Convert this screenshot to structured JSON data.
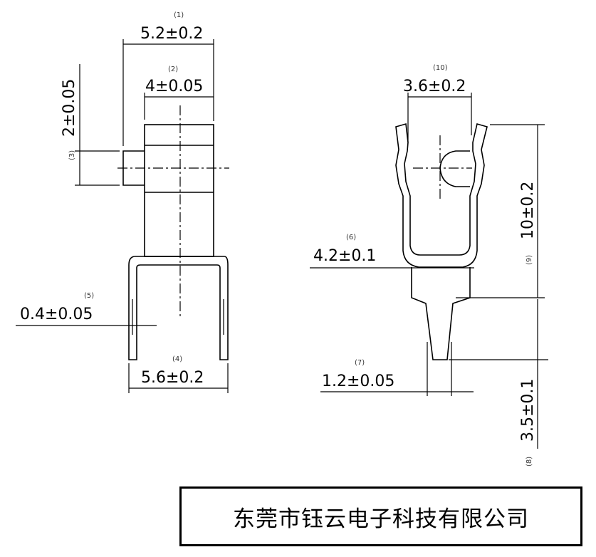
{
  "left_view": {
    "dims": [
      {
        "index": "(1)",
        "value": "5.2±0.2"
      },
      {
        "index": "(2)",
        "value": "4±0.05"
      },
      {
        "index": "(3)",
        "value": "2±0.05"
      },
      {
        "index": "(4)",
        "value": "5.6±0.2"
      },
      {
        "index": "(5)",
        "value": "0.4±0.05"
      }
    ]
  },
  "right_view": {
    "dims": [
      {
        "index": "(10)",
        "value": "3.6±0.2"
      },
      {
        "index": "(9)",
        "value": "10±0.2"
      },
      {
        "index": "(6)",
        "value": "4.2±0.1"
      },
      {
        "index": "(7)",
        "value": "1.2±0.05"
      },
      {
        "index": "(8)",
        "value": "3.5±0.1"
      }
    ]
  },
  "company_name": "东莞市钰云电子科技有限公司"
}
